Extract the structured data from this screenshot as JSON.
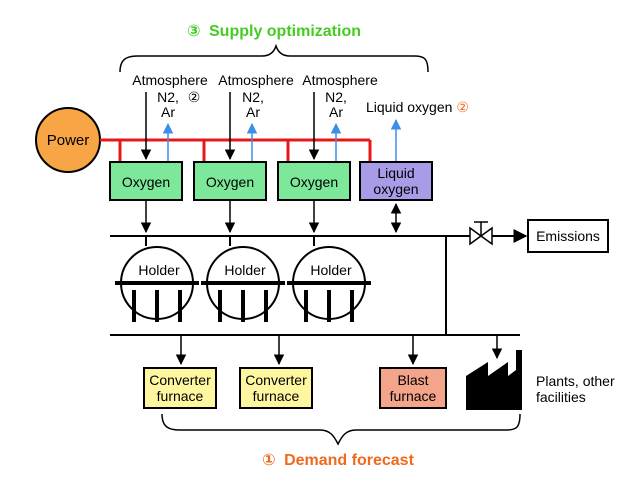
{
  "title": {
    "circle_num": "③",
    "text": "Supply optimization",
    "color": "#44cc22"
  },
  "footer": {
    "circle_num": "①",
    "text": "Demand forecast",
    "color": "#ee6a1c"
  },
  "power": {
    "label": "Power",
    "color": "#f7a545"
  },
  "atmosphere_label": "Atmosphere",
  "n2_label": "N2,",
  "ar_label": "Ar",
  "marker_two": "②",
  "liquid_oxygen_output": "Liquid oxygen",
  "oxygen_units": [
    "Oxygen",
    "Oxygen",
    "Oxygen"
  ],
  "liquid_oxygen_unit": {
    "line1": "Liquid",
    "line2": "oxygen",
    "color": "#a89ce8"
  },
  "oxygen_color": "#7ee89a",
  "holders": [
    "Holder",
    "Holder",
    "Holder"
  ],
  "emissions": "Emissions",
  "converters": [
    {
      "line1": "Converter",
      "line2": "furnace"
    },
    {
      "line1": "Converter",
      "line2": "furnace"
    }
  ],
  "converter_color": "#fff7a0",
  "blast": {
    "line1": "Blast",
    "line2": "furnace",
    "color": "#f4a48a"
  },
  "plants": {
    "line1": "Plants, other",
    "line2": "facilities"
  },
  "colors": {
    "power_line": "#e8181a",
    "vent_arrow": "#3c8ee8",
    "marker": "#ee6a1c"
  }
}
